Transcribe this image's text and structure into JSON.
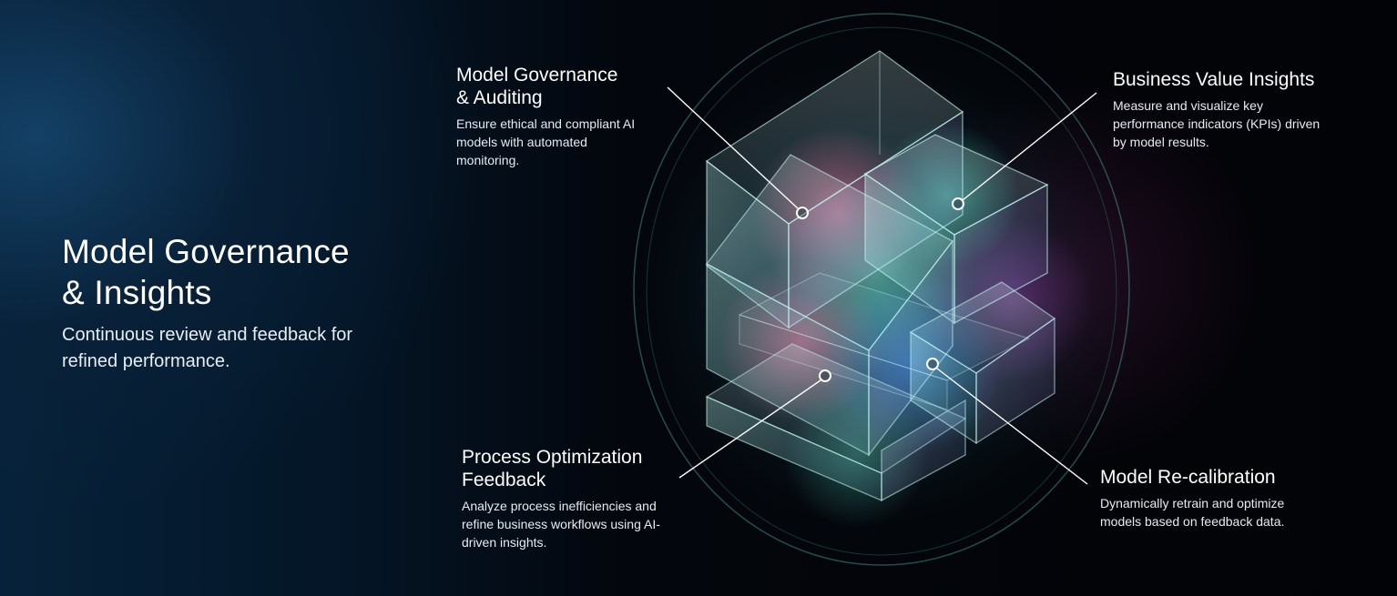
{
  "hero": {
    "title_line1": "Model Governance",
    "title_line2": "& Insights",
    "subtitle_line1": "Continuous review and feedback for",
    "subtitle_line2": "refined performance."
  },
  "callouts": [
    {
      "title_line1": "Model Governance",
      "title_line2": "& Auditing",
      "desc_line1": "Ensure ethical and compliant AI",
      "desc_line2": "models with automated",
      "desc_line3": "monitoring."
    },
    {
      "title_line1": "Business Value Insights",
      "desc_line1": "Measure and visualize key",
      "desc_line2": "performance indicators (KPIs) driven",
      "desc_line3": "by model results."
    },
    {
      "title_line1": "Process Optimization",
      "title_line2": "Feedback",
      "desc_line1": "Analyze process inefficiencies and",
      "desc_line2": "refine business workflows using AI-",
      "desc_line3": "driven insights."
    },
    {
      "title_line1": "Model Re-calibration",
      "desc_line1": "Dynamically retrain and optimize",
      "desc_line2": "models based on feedback data."
    }
  ],
  "colors": {
    "accent_cyan": "#7ff0e0",
    "accent_pink": "#e0608f",
    "accent_blue": "#3aa0ff",
    "accent_purple": "#9a40c0",
    "text": "#ffffff"
  }
}
